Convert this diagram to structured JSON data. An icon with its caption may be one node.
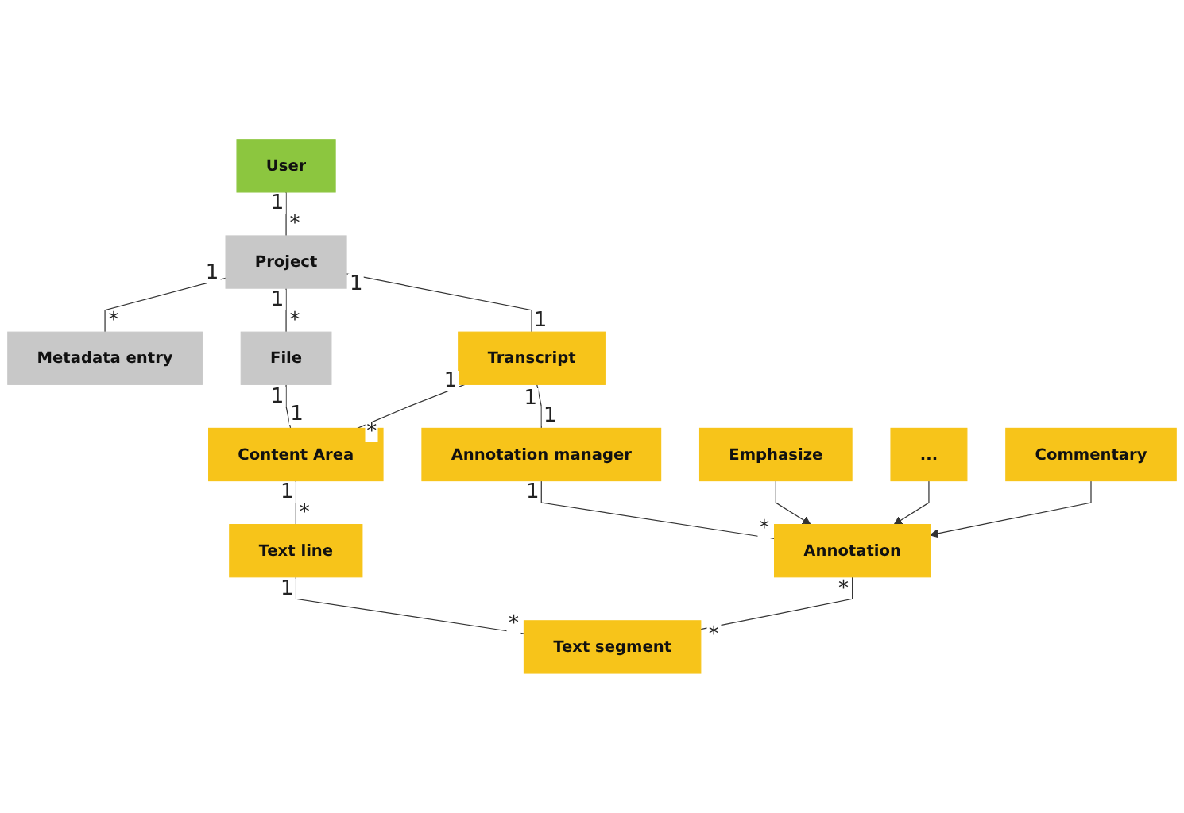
{
  "diagram": {
    "nodes": [
      {
        "text": [
          "User"
        ]
      },
      {
        "text": [
          "Metadata entry"
        ]
      },
      {
        "text": [
          "Project"
        ]
      },
      {
        "text": [
          "File"
        ]
      },
      {
        "text": [
          "Transcript"
        ]
      },
      {
        "text": [
          "Content Area"
        ]
      },
      {
        "text": [
          "Text line"
        ]
      },
      {
        "text": [
          "Annotation manager"
        ]
      },
      {
        "text": [
          "Annotation"
        ]
      },
      {
        "text": [
          "Text segment"
        ]
      },
      {
        "text": [
          "Emphasize"
        ]
      },
      {
        "text": [
          "..."
        ]
      },
      {
        "text": [
          "Commentary"
        ]
      }
    ],
    "edges": [
      {
        "from": 0,
        "to": 2,
        "arrow": "none"
      },
      {
        "from": 2,
        "to": 1,
        "arrow": "none"
      },
      {
        "from": 2,
        "to": 3,
        "arrow": "none"
      },
      {
        "from": 2,
        "to": 4,
        "arrow": "none"
      },
      {
        "from": 3,
        "to": 5,
        "arrow": "none"
      },
      {
        "from": 4,
        "to": 5,
        "arrow": "none"
      },
      {
        "from": 5,
        "to": 6,
        "arrow": "none"
      },
      {
        "from": 4,
        "to": 7,
        "arrow": "none"
      },
      {
        "from": 6,
        "to": 9,
        "arrow": "none"
      },
      {
        "from": 7,
        "to": 8,
        "arrow": "none"
      },
      {
        "from": 8,
        "to": 9,
        "arrow": "none"
      },
      {
        "from": 10,
        "to": 8,
        "arrow": "to"
      },
      {
        "from": 11,
        "to": 8,
        "arrow": "to"
      },
      {
        "from": 12,
        "to": 8,
        "arrow": "to"
      }
    ],
    "labels": [
      "1",
      "*",
      "*",
      "1",
      "1",
      "*",
      "1",
      "1",
      "1",
      "1",
      "1",
      "*",
      "1",
      "1",
      "*",
      "1",
      "1",
      "1",
      "*",
      "*",
      "*",
      "*"
    ]
  }
}
